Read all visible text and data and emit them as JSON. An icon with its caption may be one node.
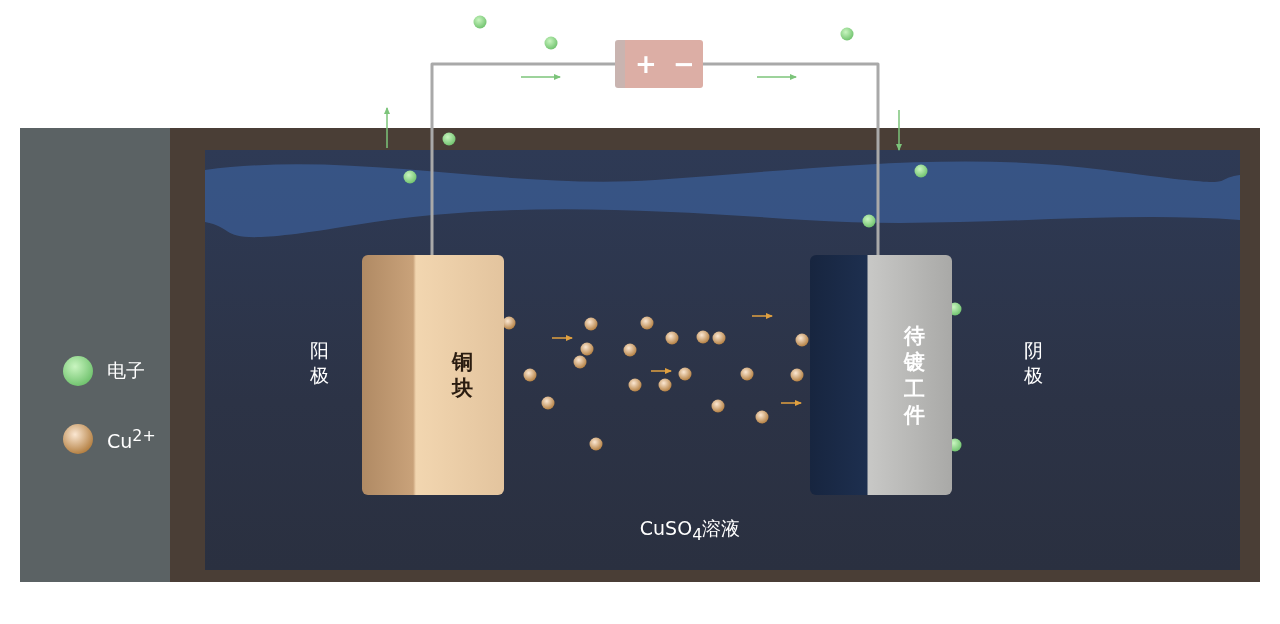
{
  "diagram": {
    "nodes": [
      {
        "text": [
          "+",
          "−"
        ]
      },
      {
        "text": [
          "CuSO$_{4}$溶液"
        ]
      },
      {
        "text": [
          "铜块"
        ],
        "in": 1,
        "beside": [
          "阳极"
        ]
      },
      {
        "text": [
          "待镀工件"
        ],
        "in": 1,
        "beside": [
          "阴极"
        ]
      }
    ],
    "edges": [
      {
        "from": 0,
        "to": 2,
        "arrow": "none"
      },
      {
        "from": 0,
        "to": 3,
        "arrow": "none"
      }
    ],
    "legend": [
      {
        "text": "电子"
      },
      {
        "text": "Cu$^{2+}$"
      }
    ]
  }
}
